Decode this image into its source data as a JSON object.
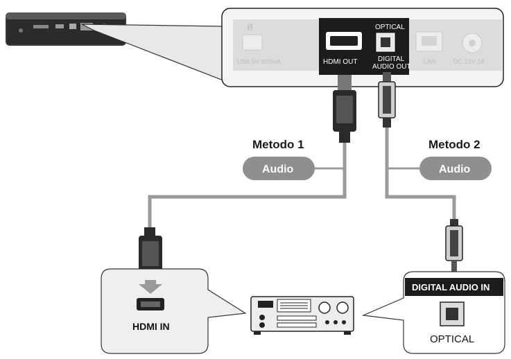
{
  "player_panel": {
    "usb_label": "USB 5V 500mA",
    "hdmi_out_label": "HDMI OUT",
    "optical_top_label": "OPTICAL",
    "digital_label": "DIGITAL",
    "audio_out_label": "AUDIO OUT",
    "lan_label": "LAN",
    "dc_label": "DC 12V 2A"
  },
  "methods": [
    {
      "title": "Metodo 1",
      "pill": "Audio"
    },
    {
      "title": "Metodo 2",
      "pill": "Audio"
    }
  ],
  "receiver_left": {
    "hdmi_in_label": "HDMI IN"
  },
  "receiver_right": {
    "header": "DIGITAL AUDIO IN",
    "optical_label": "OPTICAL"
  },
  "colors": {
    "cable": "#9a9a9a",
    "pill": "#8f8f8f",
    "panel_dark": "#1c1c1c",
    "callout_bg": "#efefef"
  }
}
